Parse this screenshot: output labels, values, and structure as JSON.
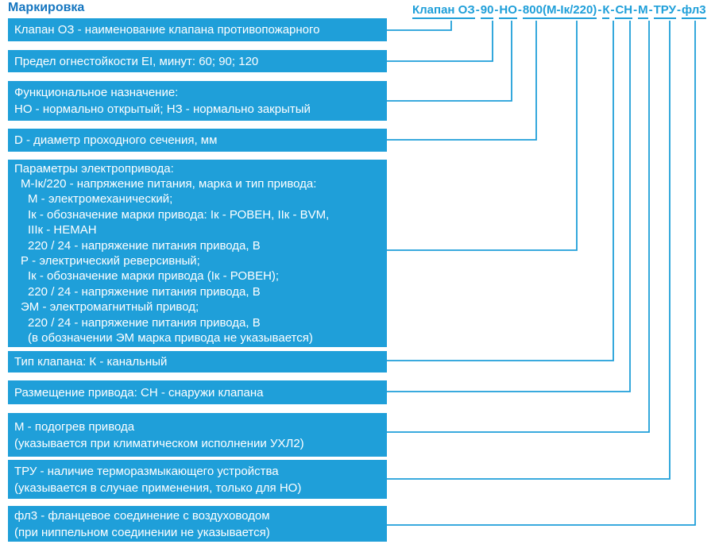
{
  "title": "Маркировка",
  "code": {
    "segments": [
      "Клапан ОЗ",
      "90",
      "НО",
      "800(М-Iк/220)",
      "К",
      "СН",
      "М",
      "ТРУ",
      "фл3"
    ],
    "separator": "-"
  },
  "colors": {
    "box_fill": "#1f9fd9",
    "line": "#1f9fd9",
    "code_text": "#1f9fd9",
    "title_text": "#1576c0",
    "box_text": "#ffffff"
  },
  "boxes": [
    {
      "lines": [
        "Клапан ОЗ - наименование клапана противопожарного"
      ]
    },
    {
      "lines": [
        "Предел огнестойкости EI, минут: 60; 90; 120"
      ]
    },
    {
      "lines": [
        "Функциональное назначение:",
        "НО - нормально открытый; НЗ - нормально закрытый"
      ]
    },
    {
      "lines": [
        "D - диаметр проходного сечения, мм"
      ]
    },
    {
      "lines": [
        "Параметры электропривода:",
        "М-Iк/220 - напряжение питания, марка и тип привода:",
        "М - электромеханический;",
        "Iк - обозначение марки привода: Iк - РОВЕН, IIк - BVM,",
        "IIIк - НЕМАН",
        "220 / 24 - напряжение питания привода, В",
        "Р - электрический реверсивный;",
        "Iк - обозначение марки привода (Iк - РОВЕН);",
        "220 / 24 - напряжение питания привода, В",
        "ЭМ - электромагнитный привод;",
        "220 / 24 - напряжение питания привода, В",
        "(в обозначении ЭМ марка привода не указывается)"
      ]
    },
    {
      "lines": [
        "Тип клапана: К - канальный"
      ]
    },
    {
      "lines": [
        "Размещение привода: СН - снаружи клапана"
      ]
    },
    {
      "lines": [
        "М - подогрев привода",
        "(указывается при климатическом исполнении УХЛ2)"
      ]
    },
    {
      "lines": [
        "ТРУ - наличие терморазмыкающего устройства",
        "(указывается в случае применения, только для НО)"
      ]
    },
    {
      "lines": [
        "фл3 - фланцевое соединение с воздуховодом",
        "(при ниппельном соединении не указывается)"
      ]
    }
  ]
}
